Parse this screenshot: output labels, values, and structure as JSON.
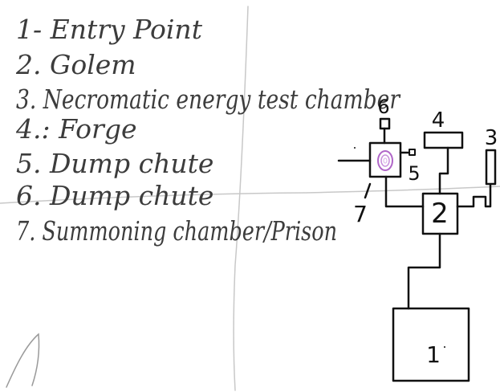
{
  "legend": [
    "1- Entry Point",
    "2. Golem",
    "3. Necromatic energy test chamber",
    "4.: Forge",
    "5. Dump chute",
    "6. Dump chute",
    "7. Summoning chamber/Prison"
  ],
  "diagram": {
    "labels": {
      "entry": "1",
      "golem": "2",
      "necro": "3",
      "forge": "4",
      "chute5": "5",
      "chute6": "6",
      "summon": "7"
    },
    "colors": {
      "ink": "#111111",
      "text": "#3c3c3c",
      "portal": "#b066c8",
      "faint_lines": "#c8c8c8"
    }
  }
}
